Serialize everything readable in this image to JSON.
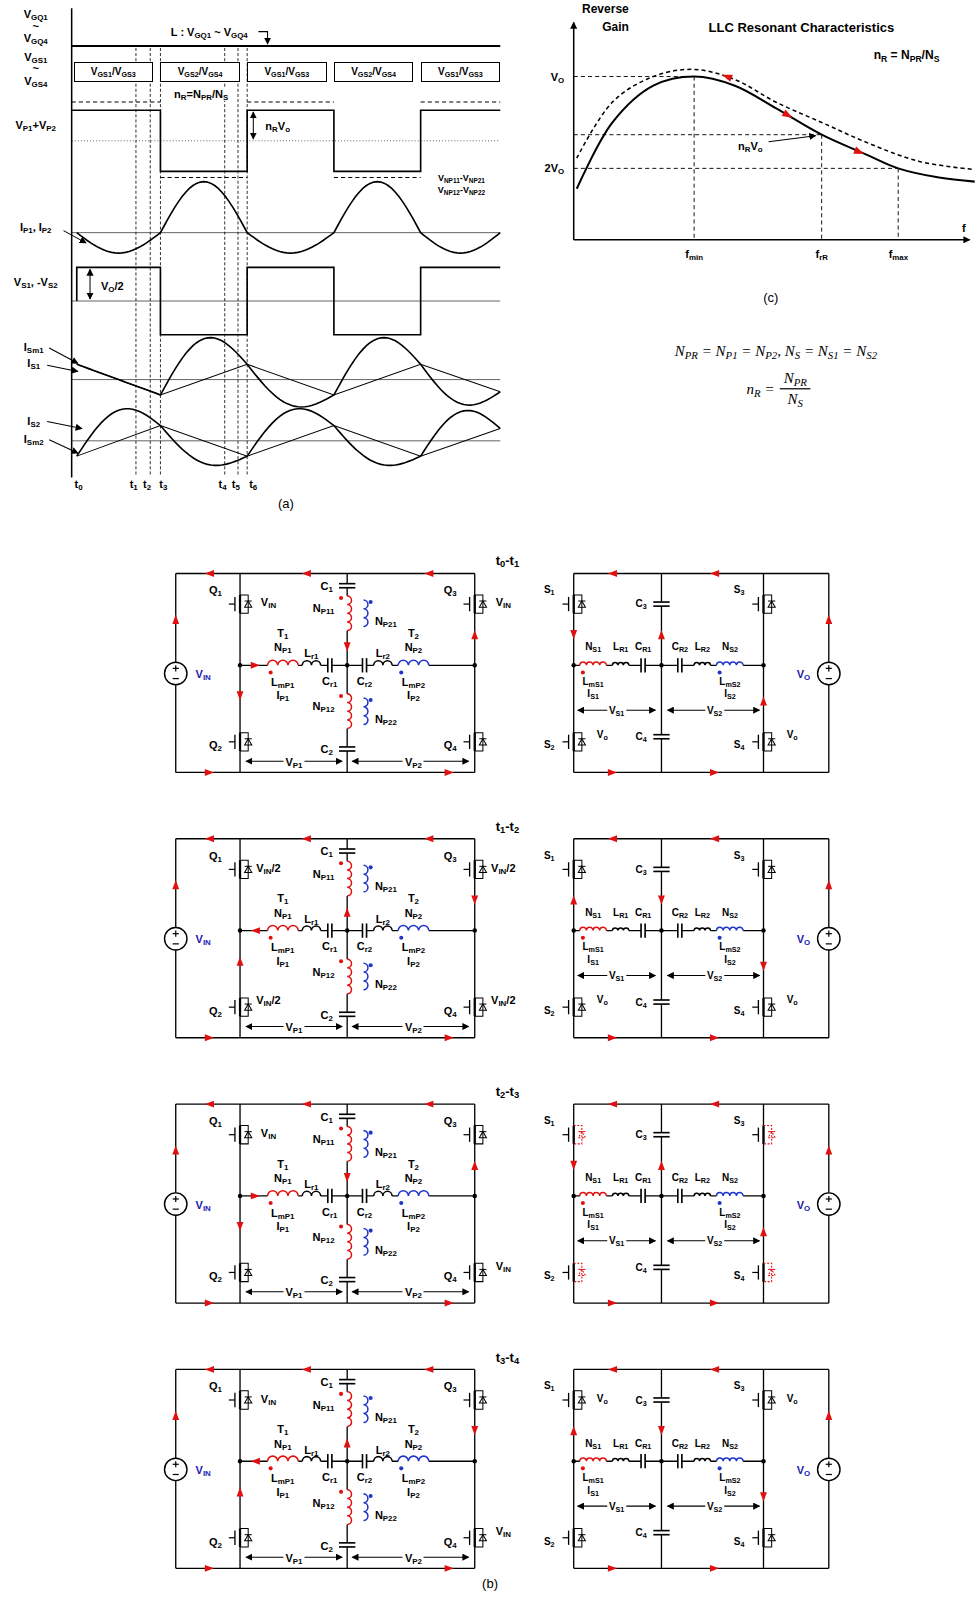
{
  "diagram": {
    "nodes": [
      {
        "text": [
          "VGS1/VGS3"
        ]
      },
      {
        "text": [
          "VGS2/VGS4"
        ]
      },
      {
        "text": [
          "VGS1/VGS3"
        ]
      },
      {
        "text": [
          "VGS2/VGS4"
        ]
      },
      {
        "text": [
          "VGS1/VGS3"
        ]
      }
    ],
    "labels": [
      "VGQ1",
      "~",
      "VGQ4",
      "L : VGQ1 ~ VGQ4",
      "VGS1",
      "~",
      "VGS4",
      "VP1+VP2",
      "nR=NPR/NS",
      "nRVo",
      "VNP11-VNP21",
      "VNP12-VNP22",
      "IP1, IP2",
      "VS1, -VS2",
      "VO/2",
      "ISm1",
      "IS1",
      "IS2",
      "ISm2",
      "t0",
      "t1",
      "t2",
      "t3",
      "t4",
      "t5",
      "t6",
      "(a)",
      "Reverse",
      "Gain",
      "LLC Resonant Characteristics",
      "nR = NPR/NS",
      "VO",
      "nRVo",
      "2VO",
      "fmin",
      "frR",
      "fmax",
      "f",
      "(c)",
      "NPR = NP1 = NP2, NS = NS1 = NS2",
      "nR =",
      "NPR",
      "NS",
      "t0-t1",
      "Q1",
      "VIN",
      "Q3",
      "VIN",
      "VIN",
      "C1",
      "NP11",
      "NP21",
      "T1",
      "NP1",
      "Lr1",
      "T2",
      "NP2",
      "Lr2",
      "Cr1",
      "Cr2",
      "LmP1",
      "IP1",
      "LmP2",
      "IP2",
      "NP12",
      "NP22",
      "Q2",
      "Q4",
      "C2",
      "VP1",
      "VP2",
      "S1",
      "C3",
      "S3",
      "VO",
      "NS1",
      "LR1",
      "CR1",
      "CR2",
      "LR2",
      "NS2",
      "LmS1",
      "IS1",
      "VS1",
      "LmS2",
      "IS2",
      "VS2",
      "C4",
      "S2",
      "Vo",
      "S4",
      "Vo",
      "t1-t2",
      "Q1",
      "VIN/2",
      "Q3",
      "VIN/2",
      "VIN",
      "C1",
      "NP11",
      "NP21",
      "T1",
      "NP1",
      "Lr1",
      "T2",
      "NP2",
      "Lr2",
      "Cr1",
      "Cr2",
      "LmP1",
      "IP1",
      "LmP2",
      "IP2",
      "NP12",
      "NP22",
      "Q2",
      "VIN/2",
      "Q4",
      "VIN/2",
      "C2",
      "VP1",
      "VP2",
      "S1",
      "C3",
      "S3",
      "VO",
      "NS1",
      "LR1",
      "CR1",
      "CR2",
      "LR2",
      "NS2",
      "LmS1",
      "IS1",
      "VS1",
      "LmS2",
      "IS2",
      "VS2",
      "C4",
      "S2",
      "Vo",
      "S4",
      "Vo",
      "t2-t3",
      "Q1",
      "VIN",
      "Q3",
      "VIN",
      "C1",
      "NP11",
      "NP21",
      "T1",
      "NP1",
      "Lr1",
      "T2",
      "NP2",
      "Lr2",
      "Cr1",
      "Cr2",
      "LmP1",
      "IP1",
      "LmP2",
      "IP2",
      "NP12",
      "NP22",
      "Q2",
      "Q4",
      "VIN",
      "C2",
      "VP1",
      "VP2",
      "S1",
      "C3",
      "S3",
      "VO",
      "NS1",
      "LR1",
      "CR1",
      "CR2",
      "LR2",
      "NS2",
      "LmS1",
      "IS1",
      "VS1",
      "LmS2",
      "IS2",
      "VS2",
      "C4",
      "S2",
      "S4",
      "t3-t4",
      "Q1",
      "VIN",
      "Q3",
      "VIN",
      "C1",
      "NP11",
      "NP21",
      "T1",
      "NP1",
      "Lr1",
      "T2",
      "NP2",
      "Lr2",
      "Cr1",
      "Cr2",
      "LmP1",
      "IP1",
      "LmP2",
      "IP2",
      "NP12",
      "NP22",
      "Q2",
      "Q4",
      "VIN",
      "C2",
      "VP1",
      "VP2",
      "S1",
      "Vo",
      "C3",
      "S3",
      "Vo",
      "VO",
      "NS1",
      "LR1",
      "CR1",
      "CR2",
      "LR2",
      "NS2",
      "LmS1",
      "IS1",
      "VS1",
      "LmS2",
      "IS2",
      "VS2",
      "C4",
      "S2",
      "S4",
      "(b)"
    ]
  }
}
